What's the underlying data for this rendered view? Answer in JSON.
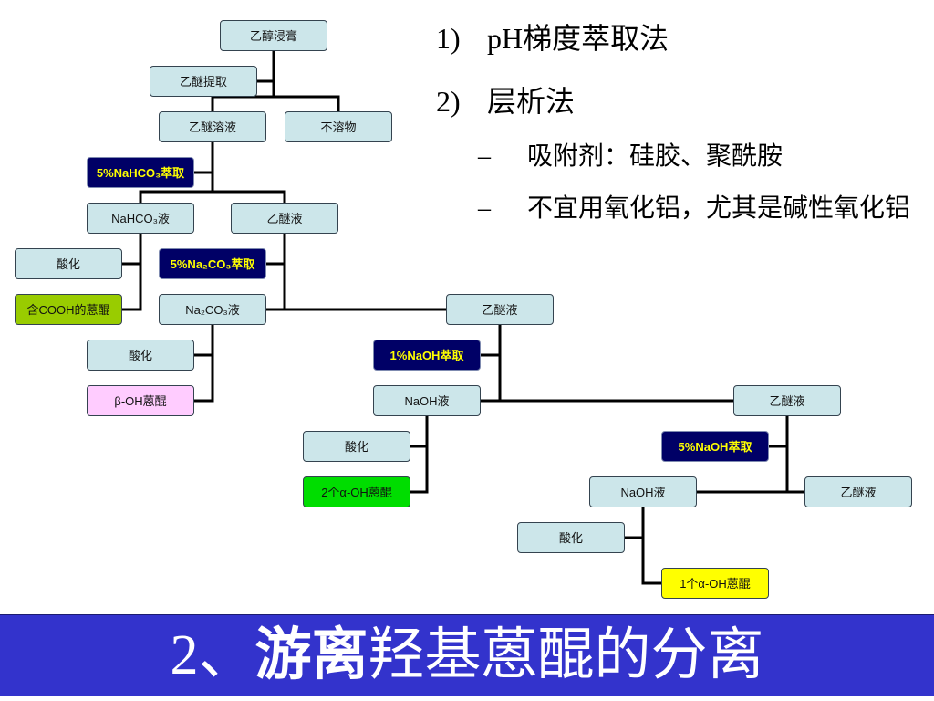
{
  "flowchart": {
    "ethanol_extract": "乙醇浸膏",
    "ether_extraction": "乙醚提取",
    "ether_solution": "乙醚溶液",
    "insoluble_residue": "不溶物",
    "nahco3_extraction": "5%NaHCO₃萃取",
    "nahco3_liquid": "NaHCO₃液",
    "ether_liquid_1": "乙醚液",
    "acidify_1": "酸化",
    "na2co3_extraction": "5%Na₂CO₃萃取",
    "cooh_anthraquinone": "含COOH的蒽醌",
    "na2co3_liquid": "Na₂CO₃液",
    "ether_liquid_2": "乙醚液",
    "acidify_2": "酸化",
    "naoh_1pct_extraction": "1%NaOH萃取",
    "beta_oh_anthraquinone": "β-OH蒽醌",
    "naoh_liquid_1": "NaOH液",
    "ether_liquid_3": "乙醚液",
    "acidify_3": "酸化",
    "naoh_5pct_extraction": "5%NaOH萃取",
    "two_alpha_oh_anthraquinone": "2个α-OH蒽醌",
    "naoh_liquid_2": "NaOH液",
    "ether_liquid_4": "乙醚液",
    "acidify_4": "酸化",
    "one_alpha_oh_anthraquinone": "1个α-OH蒽醌"
  },
  "methods": [
    {
      "marker": "1)",
      "label": "pH梯度萃取法"
    },
    {
      "marker": "2)",
      "label": "层析法"
    }
  ],
  "sub_items": [
    {
      "marker": "–",
      "label": "吸附剂：硅胶、聚酰胺"
    },
    {
      "marker": "–",
      "label": "不宜用氧化铝，尤其是碱性氧化铝"
    }
  ],
  "title": {
    "number": "2、",
    "emphasis": "游离",
    "rest": "羟基蒽醌的分离"
  },
  "colors": {
    "node_fill": "#cce6ea",
    "node_border": "#34434f",
    "reagent_fill": "#000066",
    "reagent_text": "#ffff00",
    "cooh_fill": "#99cc00",
    "beta_fill": "#ffccff",
    "two_alpha_fill": "#00dd00",
    "one_alpha_fill": "#ffff00",
    "connector": "#000000",
    "banner_fill": "#3333cc",
    "banner_text": "#ffffff",
    "text": "#000000"
  }
}
